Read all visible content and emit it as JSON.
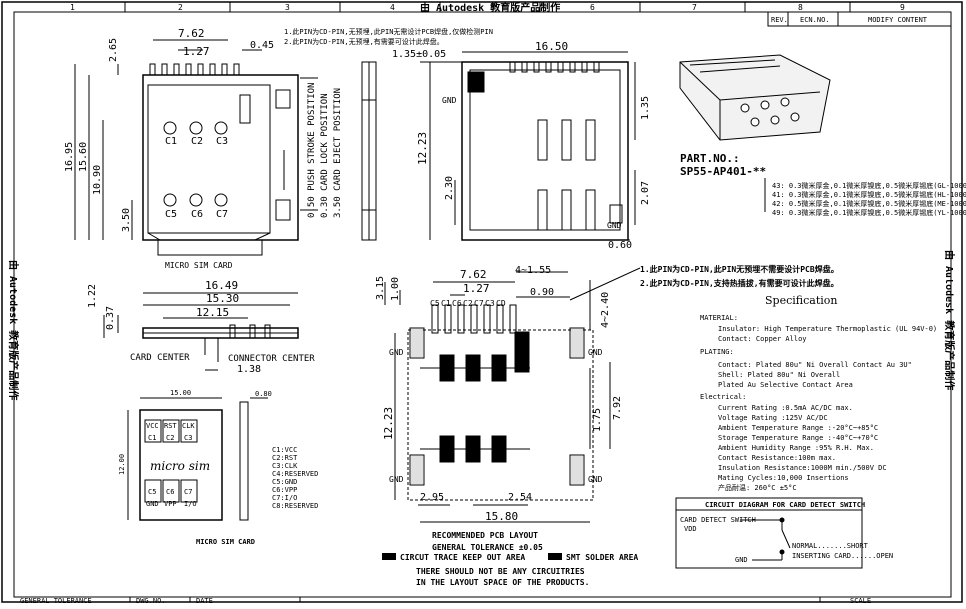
{
  "sheet": {
    "column_labels": [
      "1",
      "2",
      "3",
      "4",
      "5",
      "6",
      "7",
      "8",
      "9"
    ],
    "title_top": "由 Autodesk 教育版产品制作",
    "side_stamp_left": "由 Autodesk 教育版产品制作",
    "side_stamp_right": "由 Autodesk 教育版产品制作"
  },
  "rev_table": {
    "col_rev": "REV.",
    "col_ecn": "ECN.NO.",
    "col_modify": "MODIFY CONTENT"
  },
  "top_view": {
    "dims": {
      "w762": "7.62",
      "w127": "1.27",
      "w045": "0.45",
      "h265": "2.65",
      "h1695": "16.95",
      "h1560": "15.60",
      "h1090": "10.90",
      "h350": "3.50"
    },
    "note1": "1.此PIN为CD-PIN,无预埋,此PIN无需设计PCB焊盘,仅做检测PIN",
    "note2": "2.此PIN为CD-PIN,无预埋,有需要可设计此焊盘。",
    "contacts": [
      "C1",
      "C2",
      "C3",
      "C5",
      "C6",
      "C7"
    ],
    "card_label": "MICRO SIM CARD",
    "push_label": "0.50 PUSH STROKE POSITION",
    "lock_label": "0.30 CARD LOCK POSITION",
    "eject_label": "3.50 CARD EJECT POSITION"
  },
  "side_view": {
    "dim_thickness": "1.35±0.05"
  },
  "bottom_view": {
    "dims": {
      "w1650": "16.50",
      "h135": "1.35",
      "h1223": "12.23",
      "h230": "2.30",
      "h207": "2.07",
      "w060": "0.60"
    },
    "gnd": "GND"
  },
  "part": {
    "label": "PART.NO.:",
    "number": "SP55-AP401-**",
    "options": [
      "43: 0.3微米厚金,0.1微米厚镍底,0.5微米厚锡底(GL-1000)",
      "41: 0.3微米厚金,0.1微米厚镍底,0.5微米厚锡底(HL-1000)",
      "42: 0.5微米厚金,0.1微米厚镍底,0.5微米厚锡底(ME-1000)",
      "49: 0.3微米厚金,0.1微米厚镍底,0.5微米厚锡底(YL-1000)"
    ]
  },
  "front_view": {
    "dims": {
      "w1649": "16.49",
      "w1530": "15.30",
      "w1215": "12.15",
      "h122": "1.22",
      "h037": "0.37",
      "w138": "1.38"
    },
    "card_center": "CARD CENTER",
    "connector_center": "CONNECTOR CENTER"
  },
  "sim_card": {
    "pad_labels": [
      "VCC",
      "RST",
      "CLK",
      "C1",
      "C2",
      "C3",
      "C5",
      "C6",
      "C7",
      "GND",
      "VPP",
      "I/O"
    ],
    "logo_text": "micro sim",
    "width_label": "15.00",
    "height_label": "12.00",
    "thickness_label": "0.80",
    "pin_list": [
      "C1:VCC",
      "C2:RST",
      "C3:CLK",
      "C4:RESERVED",
      "C5:GND",
      "C6:VPP",
      "C7:I/O",
      "C8:RESERVED"
    ],
    "caption": "MICRO SIM CARD"
  },
  "pcb_layout": {
    "dims": {
      "w762": "7.62",
      "w455": "4~1.55",
      "w127": "1.27",
      "w090": "0.90",
      "h315": "3.15",
      "h100": "1.00",
      "h240": "4~2.40",
      "h1223": "12.23",
      "h792": "7.92",
      "h175": "1.75",
      "w295": "2.95",
      "w254": "2.54",
      "w1580": "15.80"
    },
    "pin_labels": [
      "C5",
      "C1",
      "C6",
      "C2",
      "C7",
      "C3",
      "CD"
    ],
    "gnd": "GND",
    "title": "RECOMMENDED PCB LAYOUT",
    "tolerance": "GENERAL TOLERANCE ±0.05",
    "legend_keepout": "CIRCUT TRACE KEEP OUT AREA",
    "legend_smt": "SMT SOLDER AREA",
    "note_line1": "THERE SHOULD NOT BE ANY CIRCUITRIES",
    "note_line2": "IN THE LAYOUT SPACE OF THE PRODUCTS.",
    "note1": "1.此PIN为CD-PIN,此PIN无预埋不需要设计PCB焊盘。",
    "note2": "2.此PIN为CD-PIN,支持热插拔,有需要可设计此焊盘。"
  },
  "specification": {
    "title": "Specification",
    "material_head": "MATERIAL:",
    "material_lines": [
      "Insulator: High Temperature Thermoplastic (UL 94V-0)",
      "Contact: Copper Alloy"
    ],
    "plating_head": "PLATING:",
    "plating_lines": [
      "Contact: Plated 80u\" Ni Overall Contact Au 3U\"",
      "Shell: Plated 80u\" Ni Overall",
      "Plated Au Selective Contact Area"
    ],
    "electrical_head": "Electrical:",
    "electrical_lines": [
      "Current Rating :0.5mA AC/DC max.",
      "Voltage Rating :125V AC/DC",
      "Ambient Temperature Range :-20°C~+85°C",
      "Storage Temperature Range :-40°C~+70°C",
      "Ambient Humidity Range :95% R.H. Max.",
      "Contact Resistance:100m max.",
      "Insulation Resistance:1000M min./500V DC",
      "Mating Cycles:10,000 Insertions",
      "产品耐温: 260°C ±5°C"
    ]
  },
  "circuit": {
    "title": "CIRCUIT DIAGRAM FOR CARD DETECT SWITCH",
    "switch_label": "CARD DETECT SWITCH",
    "voltage": "VDD",
    "gnd": "GND",
    "normal": "NORMAL.......SHORT",
    "inserting": "INSERTING CARD......OPEN"
  },
  "title_block": {
    "cells": [
      "GENERAL TOLERANCE",
      "DWG.NO.",
      "DATE",
      "SCALE"
    ]
  }
}
